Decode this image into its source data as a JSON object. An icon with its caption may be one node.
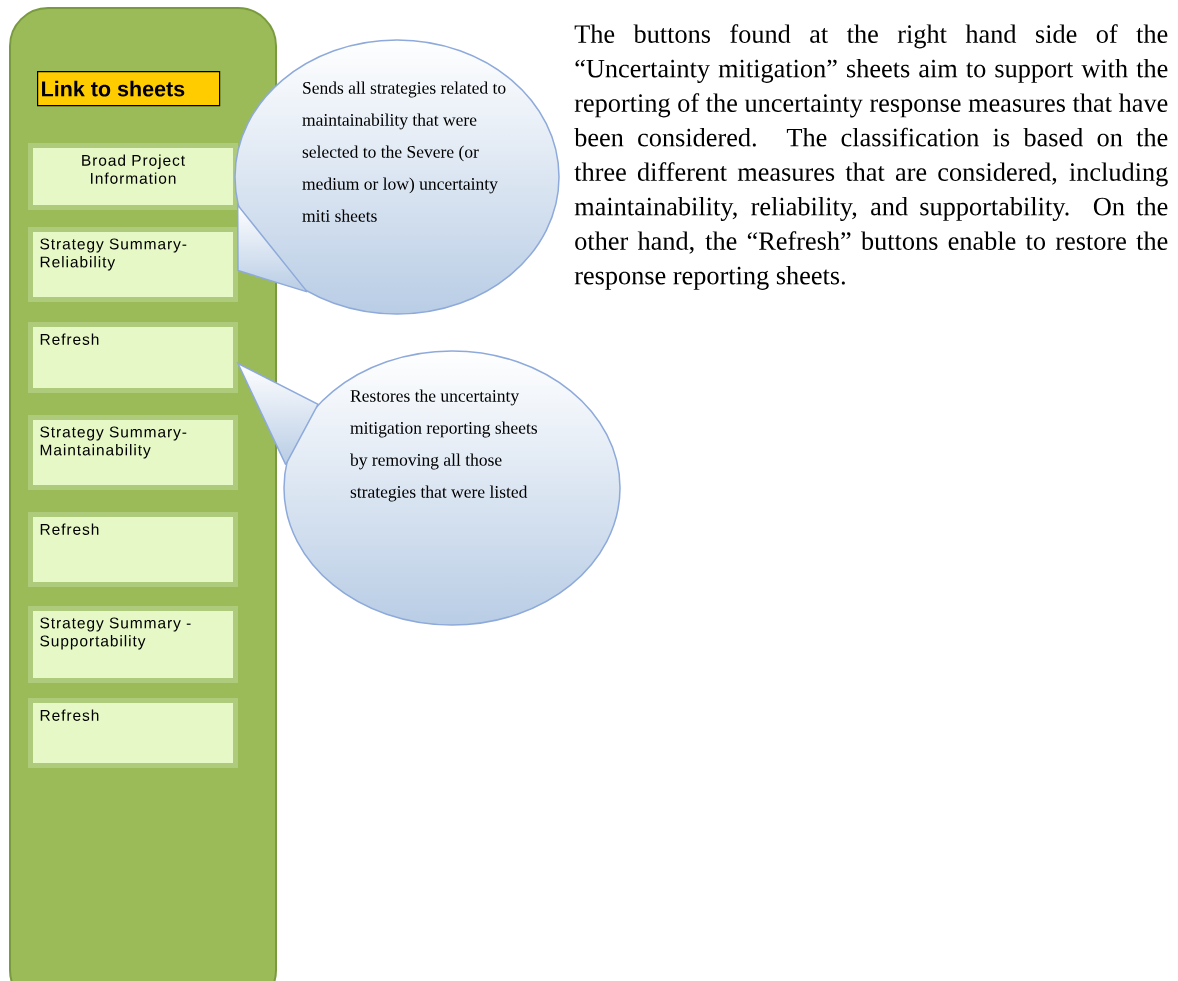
{
  "diagram": {
    "nodes": [
      {
        "text": [],
        "shape": "box"
      },
      {
        "text": [
          "Link to sheets"
        ],
        "in": 0
      },
      {
        "text": [
          "Broad Project Information"
        ],
        "in": 0
      },
      {
        "text": [
          "Strategy Summary- Reliability"
        ],
        "in": 0
      },
      {
        "text": [
          "Refresh"
        ],
        "in": 0
      },
      {
        "text": [
          "Strategy Summary- Maintainability"
        ],
        "in": 0
      },
      {
        "text": [
          "Refresh"
        ],
        "in": 0
      },
      {
        "text": [
          "Strategy Summary - Supportability"
        ],
        "in": 0
      },
      {
        "text": [
          "Refresh"
        ],
        "in": 0
      },
      {
        "text": [
          "Sends all strategies related to maintainability that were selected to the Severe (or medium or low) uncertainty miti sheets"
        ]
      },
      {
        "text": [
          "Restores the uncertainty mitigation reporting sheets by removing all those strategies that were listed"
        ]
      }
    ],
    "edges": [
      {
        "from": 9,
        "to": 3,
        "arrow": "none"
      },
      {
        "from": 10,
        "to": 4,
        "arrow": "none"
      }
    ],
    "labels": [
      "The buttons found at the right hand side of the “Uncertainty mitigation” sheets aim to support with the reporting of the uncertainty response measures that have been considered. The classification is based on the three different measures that are considered, including maintainability, reliability, and supportability. On the other hand, the “Refresh” buttons enable to restore the response reporting sheets."
    ]
  }
}
